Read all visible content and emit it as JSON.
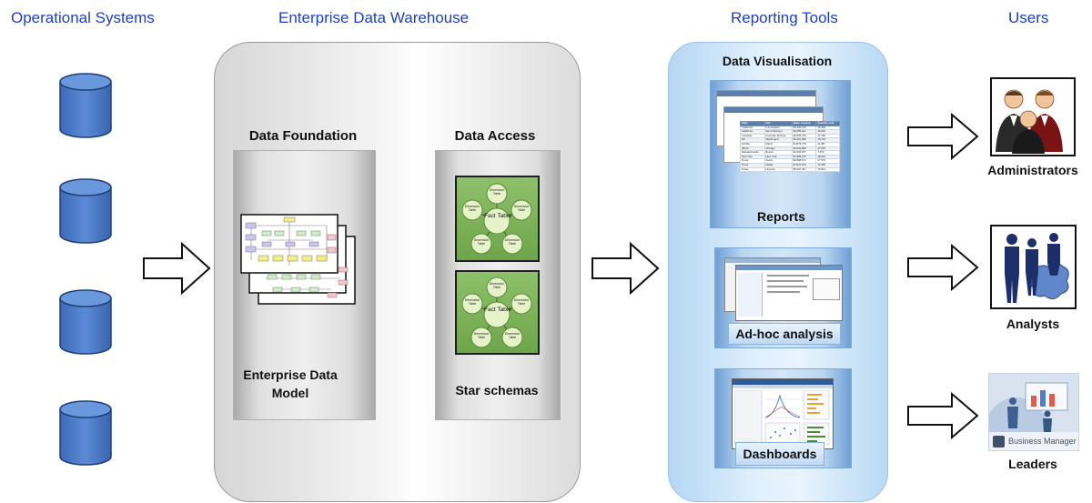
{
  "columns": {
    "operational": "Operational Systems",
    "warehouse": "Enterprise Data Warehouse",
    "reporting": "Reporting Tools",
    "users": "Users"
  },
  "warehouse": {
    "foundation_title": "Data Foundation",
    "foundation_caption": "Enterprise Data Model",
    "access_title": "Data Access",
    "access_caption": "Star schemas",
    "star_center": "Fact Table",
    "star_node": "Dimension Table"
  },
  "reporting": {
    "section_title": "Data Visualisation",
    "reports": "Reports",
    "adhoc": "Ad-hoc analysis",
    "dashboards": "Dashboards"
  },
  "report_table": {
    "headers": [
      "State",
      "City",
      "Sales revenue",
      "Quantity sold"
    ],
    "rows": [
      [
        "California",
        "Los Angeles",
        "$4,220,676",
        "26,349"
      ],
      [
        "California",
        "San Francisco",
        "$3,259,441",
        "16,010"
      ],
      [
        "Colorado",
        "Colorado Springs",
        "$2,696,276",
        "17,181"
      ],
      [
        "DC",
        "Washington",
        "$2,461,908",
        "15,144"
      ],
      [
        "Florida",
        "Miami",
        "$1,879,178",
        "11,287"
      ],
      [
        "Illinois",
        "Chicago",
        "$3,022,968",
        "17,978"
      ],
      [
        "Massachusetts",
        "Boston",
        "$1,093,157",
        "7,676"
      ],
      [
        "New York",
        "New York",
        "$7,582,123",
        "46,019"
      ],
      [
        "Texas",
        "Austin",
        "$2,898,673",
        "17,573"
      ],
      [
        "Texas",
        "Dallas",
        "$1,970,014",
        "12,365"
      ],
      [
        "Texas",
        "Houston",
        "$5,447,497",
        "33,814"
      ]
    ]
  },
  "users": {
    "administrators": "Administrators",
    "analysts": "Analysts",
    "leaders": "Leaders",
    "business_manager": "Business Manager"
  },
  "colors": {
    "title_blue": "#1f3fbf",
    "database_blue": "#4472c4",
    "fact_green": "#7ab356"
  }
}
